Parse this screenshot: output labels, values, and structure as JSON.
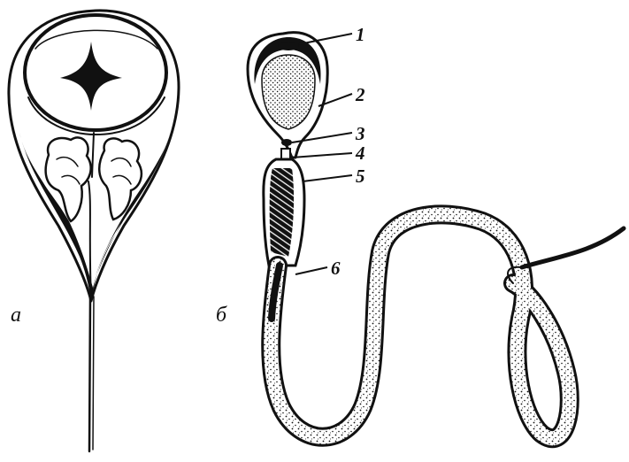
{
  "panels": [
    {
      "id": "a",
      "label": "а"
    },
    {
      "id": "b",
      "label": "б"
    }
  ],
  "callouts": [
    {
      "number": "1"
    },
    {
      "number": "2"
    },
    {
      "number": "3"
    },
    {
      "number": "4"
    },
    {
      "number": "5"
    },
    {
      "number": "6"
    }
  ],
  "colors": {
    "ink": "#111111",
    "background": "#ffffff"
  }
}
